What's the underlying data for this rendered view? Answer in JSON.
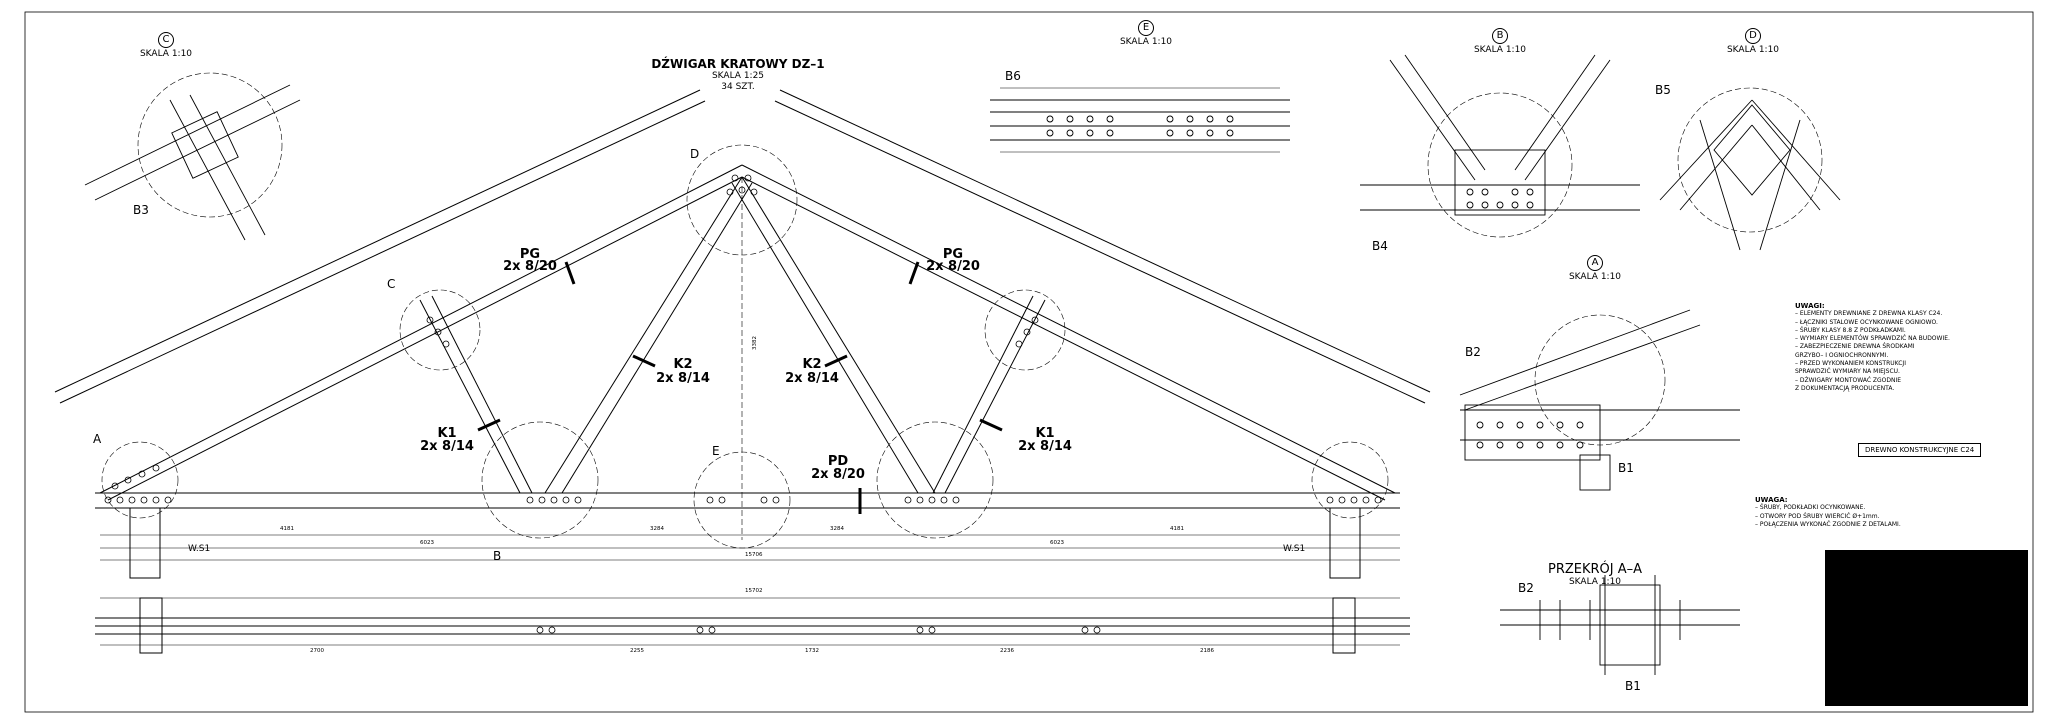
{
  "main": {
    "title": "DŹWIGAR KRATOWY DZ–1",
    "scale": "SKALA 1:25",
    "count": "34 SZT."
  },
  "members": {
    "pg": "PG",
    "pg_size": "2x 8/20",
    "k2": "K2",
    "k2_size": "2x 8/14",
    "k1": "K1",
    "k1_size": "2x 8/14",
    "pd": "PD",
    "pd_size": "2x 8/20"
  },
  "markers": {
    "a": "A",
    "b": "B",
    "c": "C",
    "d": "D",
    "e": "E",
    "b1": "B1",
    "b2": "B2",
    "b3": "B3",
    "b4": "B4",
    "b5": "B5",
    "b6": "B6",
    "ws1": "W.S1",
    "ws1r": "W.S1"
  },
  "details": {
    "c": {
      "letter": "C",
      "scale": "SKALA 1:10"
    },
    "e": {
      "letter": "E",
      "scale": "SKALA 1:10"
    },
    "b": {
      "letter": "B",
      "scale": "SKALA 1:10"
    },
    "d": {
      "letter": "D",
      "scale": "SKALA 1:10"
    },
    "a": {
      "letter": "A",
      "scale": "SKALA 1:10"
    }
  },
  "section": {
    "title": "PRZEKRÓJ A–A",
    "scale": "SKALA 1:10"
  },
  "dims": {
    "span": "15706",
    "left_seg": "6023",
    "right_seg": "6023",
    "h1": "4181",
    "h2": "3284",
    "h3": "3284",
    "h4": "4181",
    "height": "3382",
    "top_len": "15702",
    "b_2700": "2700",
    "b_2255": "2255",
    "b_1732": "1732",
    "b_2236": "2236",
    "b_2186": "2186"
  },
  "remarks": {
    "title": "UWAGI:",
    "lines": [
      "– ELEMENTY DREWNIANE Z DREWNA KLASY C24.",
      "– ŁĄCZNIKI STALOWE OCYNKOWANE OGNIOWO.",
      "– ŚRUBY KLASY 8.8 Z PODKŁADKAMI.",
      "– WYMIARY ELEMENTÓW SPRAWDZIĆ NA BUDOWIE.",
      "– ZABEZPIECZENIE DREWNA ŚRODKAMI",
      "  GRZYBO– I OGNIOCHRONNYMI.",
      "– PRZED WYKONANIEM KONSTRUKCJI",
      "  SPRAWDZIĆ WYMIARY NA MIEJSCU.",
      "– DŹWIGARY MONTOWAĆ ZGODNIE",
      "  Z DOKUMENTACJĄ PRODUCENTA."
    ]
  },
  "wood_box": "DREWNO KONSTRUKCYJNE C24",
  "remarks2": {
    "title": "UWAGA:",
    "lines": [
      "– ŚRUBY, PODKŁADKI OCYNKOWANE.",
      "– OTWORY POD ŚRUBY WIERCIĆ Ø+1mm.",
      "– POŁĄCZENIA WYKONAĆ ZGODNIE Z DETALAMI."
    ]
  }
}
